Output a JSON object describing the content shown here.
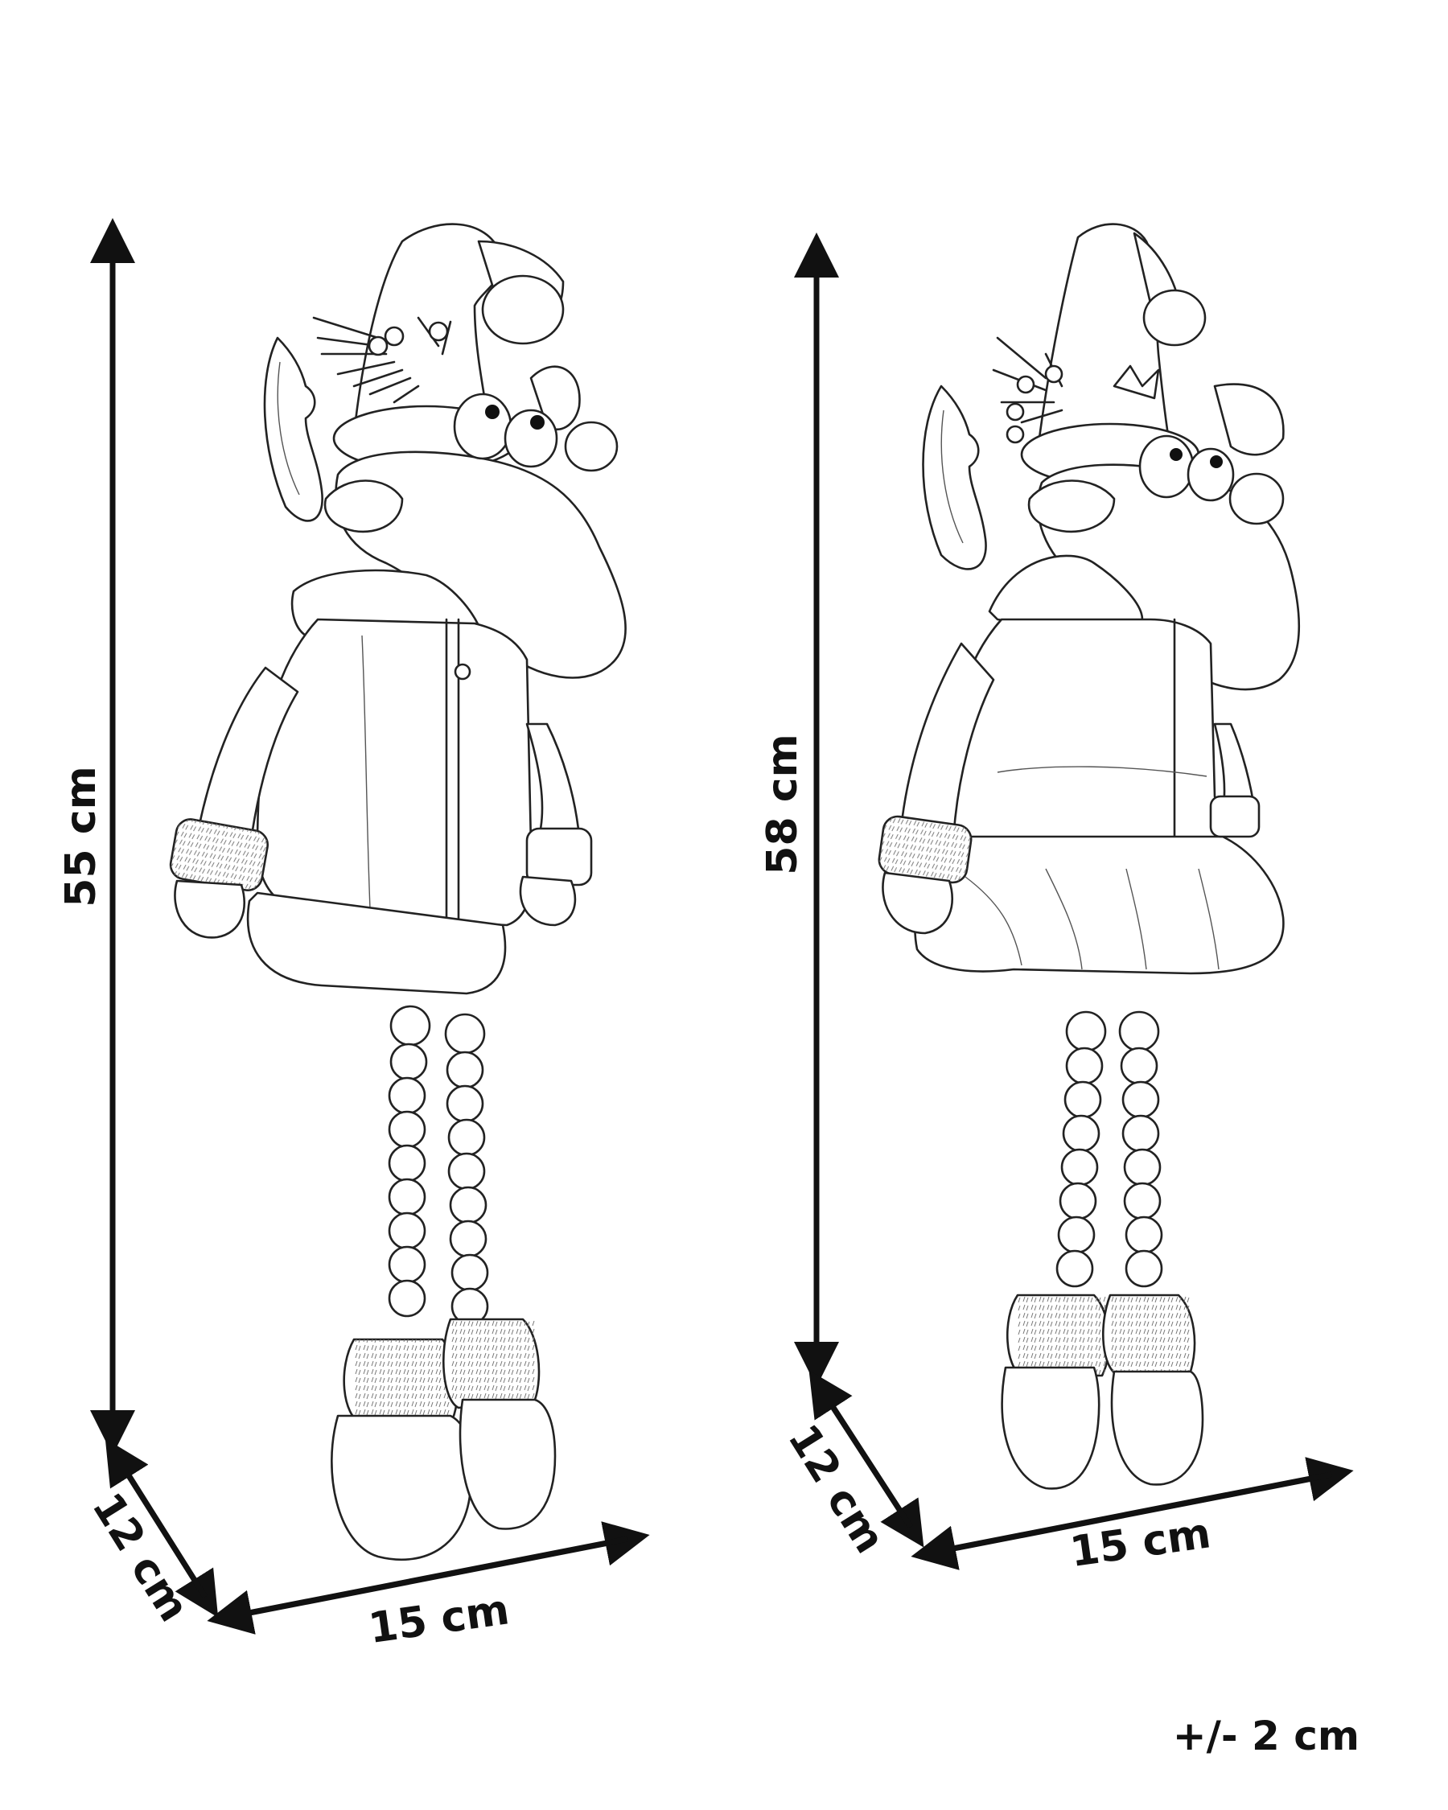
{
  "figure": {
    "left_item": {
      "height_label": "55 cm",
      "depth_label": "12 cm",
      "width_label": "15 cm"
    },
    "right_item": {
      "height_label": "58 cm",
      "depth_label": "12 cm",
      "width_label": "15 cm"
    },
    "tolerance_label": "+/- 2 cm"
  },
  "colors": {
    "ink": "#111111",
    "background": "#ffffff"
  }
}
